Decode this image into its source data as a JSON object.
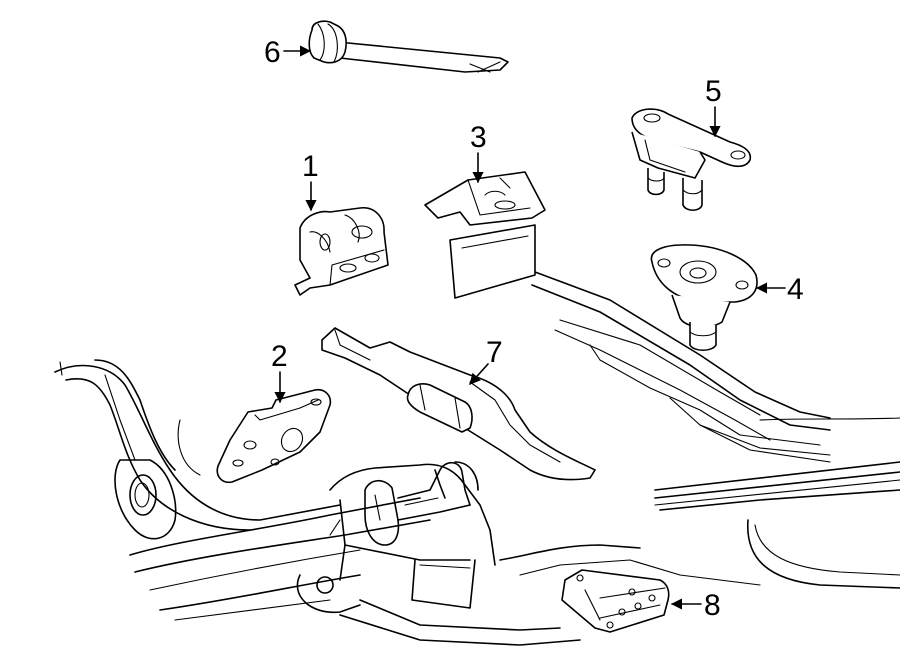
{
  "callouts": {
    "c1": "1",
    "c2": "2",
    "c3": "3",
    "c4": "4",
    "c5": "5",
    "c6": "6",
    "c7": "7",
    "c8": "8"
  },
  "icons": [
    "arrow-icon"
  ]
}
